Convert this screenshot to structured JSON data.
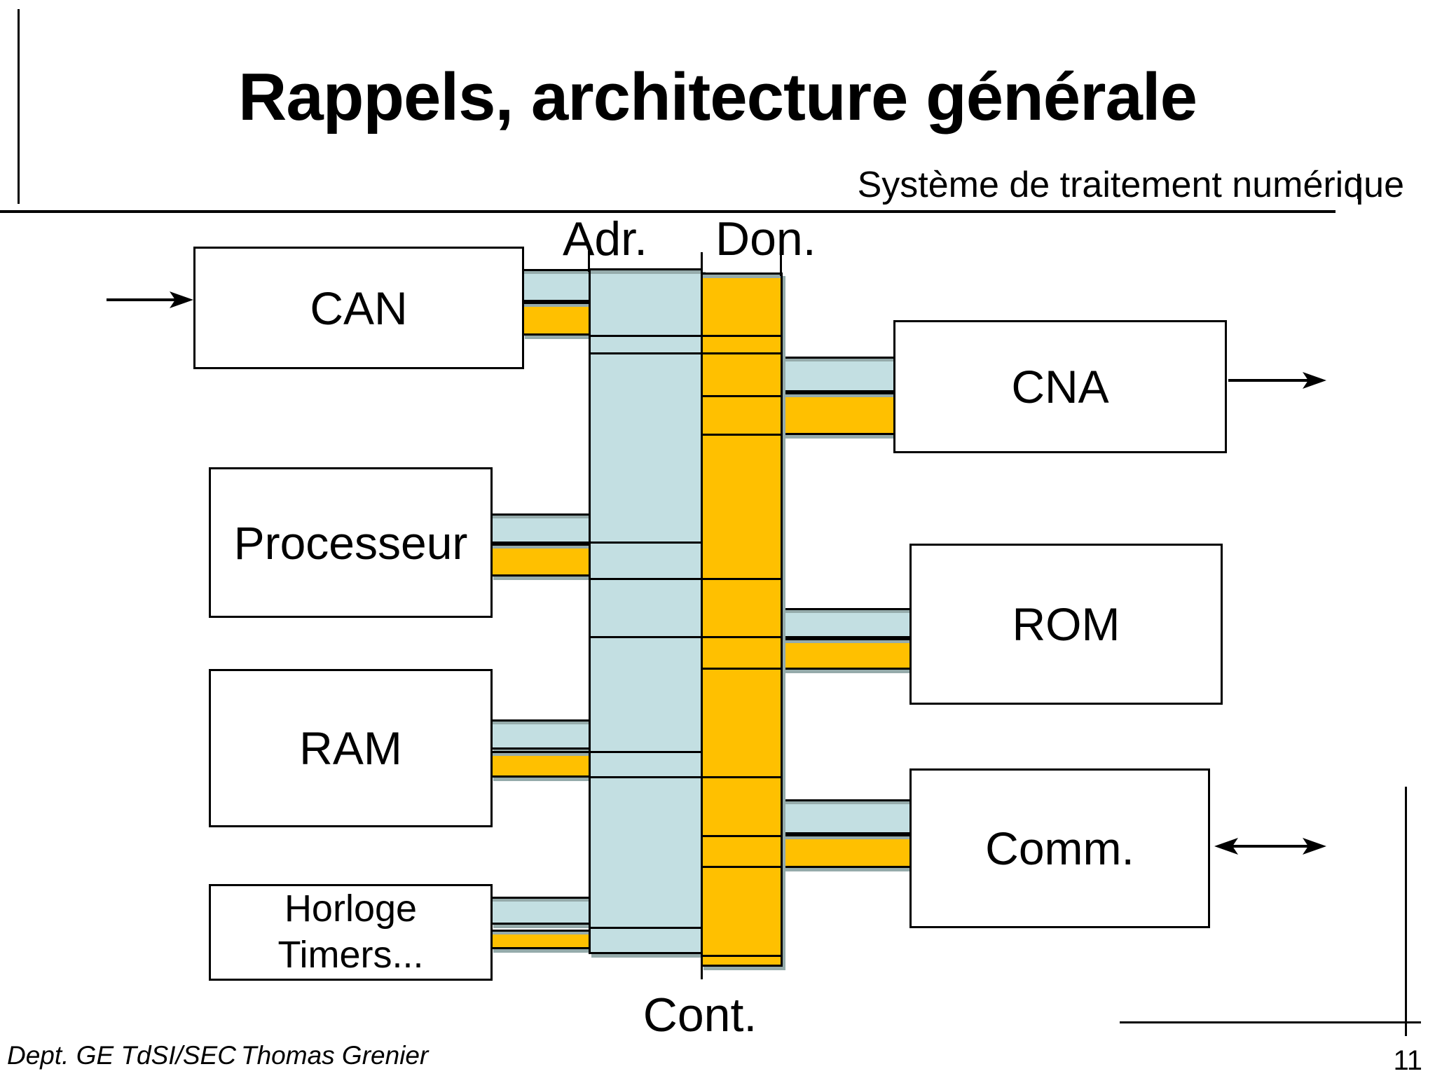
{
  "slide": {
    "title": "Rappels, architecture générale",
    "subtitle": "Système de traitement numérique"
  },
  "buses": {
    "address": {
      "label": "Adr."
    },
    "data": {
      "label": "Don."
    },
    "control": {
      "label": "Cont."
    }
  },
  "components": {
    "can": {
      "label": "CAN"
    },
    "processeur": {
      "label": "Processeur"
    },
    "ram": {
      "label": "RAM"
    },
    "horloge": {
      "label_line1": "Horloge",
      "label_line2": "Timers..."
    },
    "cna": {
      "label": "CNA"
    },
    "rom": {
      "label": "ROM"
    },
    "comm": {
      "label": "Comm."
    }
  },
  "arrows": {
    "can_input": "right-arrow",
    "cna_output": "right-arrow",
    "comm_io": "double-headed-arrow"
  },
  "footer": {
    "department": "Dept. GE TdSI/SEC",
    "author": "Thomas Grenier",
    "page_number": "11"
  },
  "colors": {
    "address_bus": "#c3dfe2",
    "data_bus": "#ffc000",
    "shadow": "#95abab",
    "ink": "#000000"
  }
}
